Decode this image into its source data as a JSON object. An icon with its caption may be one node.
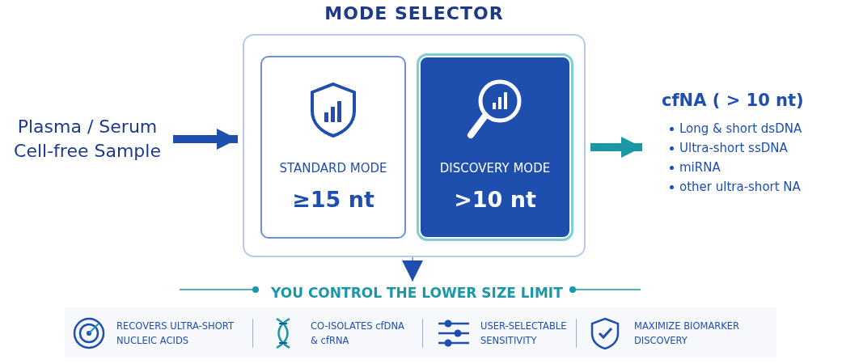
{
  "diagram": {
    "nodes": [
      {
        "text": [
          "Plasma / Serum Cell-free Sample"
        ]
      },
      {
        "text": [
          "MODE SELECTOR"
        ]
      },
      {
        "text": [
          "STANDARD MODE",
          "≥15 nt"
        ],
        "in": 1
      },
      {
        "text": [
          "DISCOVERY MODE",
          ">10 nt"
        ],
        "in": 1
      },
      {
        "text": [
          "cfNA ( > 10 nt)",
          "Long & short dsDNA",
          "Ultra-short ssDNA",
          "miRNA",
          "other ultra-short NA"
        ]
      },
      {
        "text": [
          "YOU CONTROL THE LOWER SIZE LIMIT"
        ]
      }
    ],
    "edges": [
      {
        "from": 0,
        "to": 1,
        "arrow": "to"
      },
      {
        "from": 1,
        "to": 4,
        "arrow": "to",
        "color": "#1b98a6"
      },
      {
        "from": 1,
        "to": 5,
        "arrow": "to"
      }
    ],
    "labels": [
      "RECOVERS ULTRA-SHORT NUCLEIC ACIDS",
      "CO-ISOLATES cfDNA & cfRNA",
      "USER-SELECTABLE SENSITIVITY",
      "MAXIMIZE BIOMARKER DISCOVERY"
    ]
  }
}
